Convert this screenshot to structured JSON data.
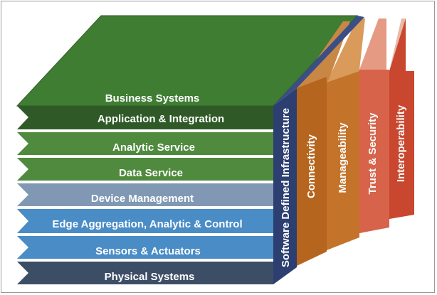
{
  "layers": [
    {
      "label": "Business Systems",
      "color": "#3f7d33"
    },
    {
      "label": "Application & Integration",
      "color": "#2f5a27"
    },
    {
      "label": "Analytic Service",
      "color": "#4f8a3e"
    },
    {
      "label": "Data Service",
      "color": "#4f8a3e"
    },
    {
      "label": "Device Management",
      "color": "#8098b4"
    },
    {
      "label": "Edge Aggregation, Analytic & Control",
      "color": "#4a8cc6"
    },
    {
      "label": "Sensors & Actuators",
      "color": "#4a8cc6"
    },
    {
      "label": "Physical Systems",
      "color": "#3c4d66"
    }
  ],
  "verticals": [
    {
      "label": "Software Defined Infrastructure",
      "color": "#2c3f70"
    },
    {
      "label": "Connectivity",
      "color": "#b5651e"
    },
    {
      "label": "Manageability",
      "color": "#c4732a"
    },
    {
      "label": "Trust & Security",
      "color": "#d6634a"
    },
    {
      "label": "Interoperability",
      "color": "#c9472e"
    }
  ],
  "top_color": "#3f7d33"
}
